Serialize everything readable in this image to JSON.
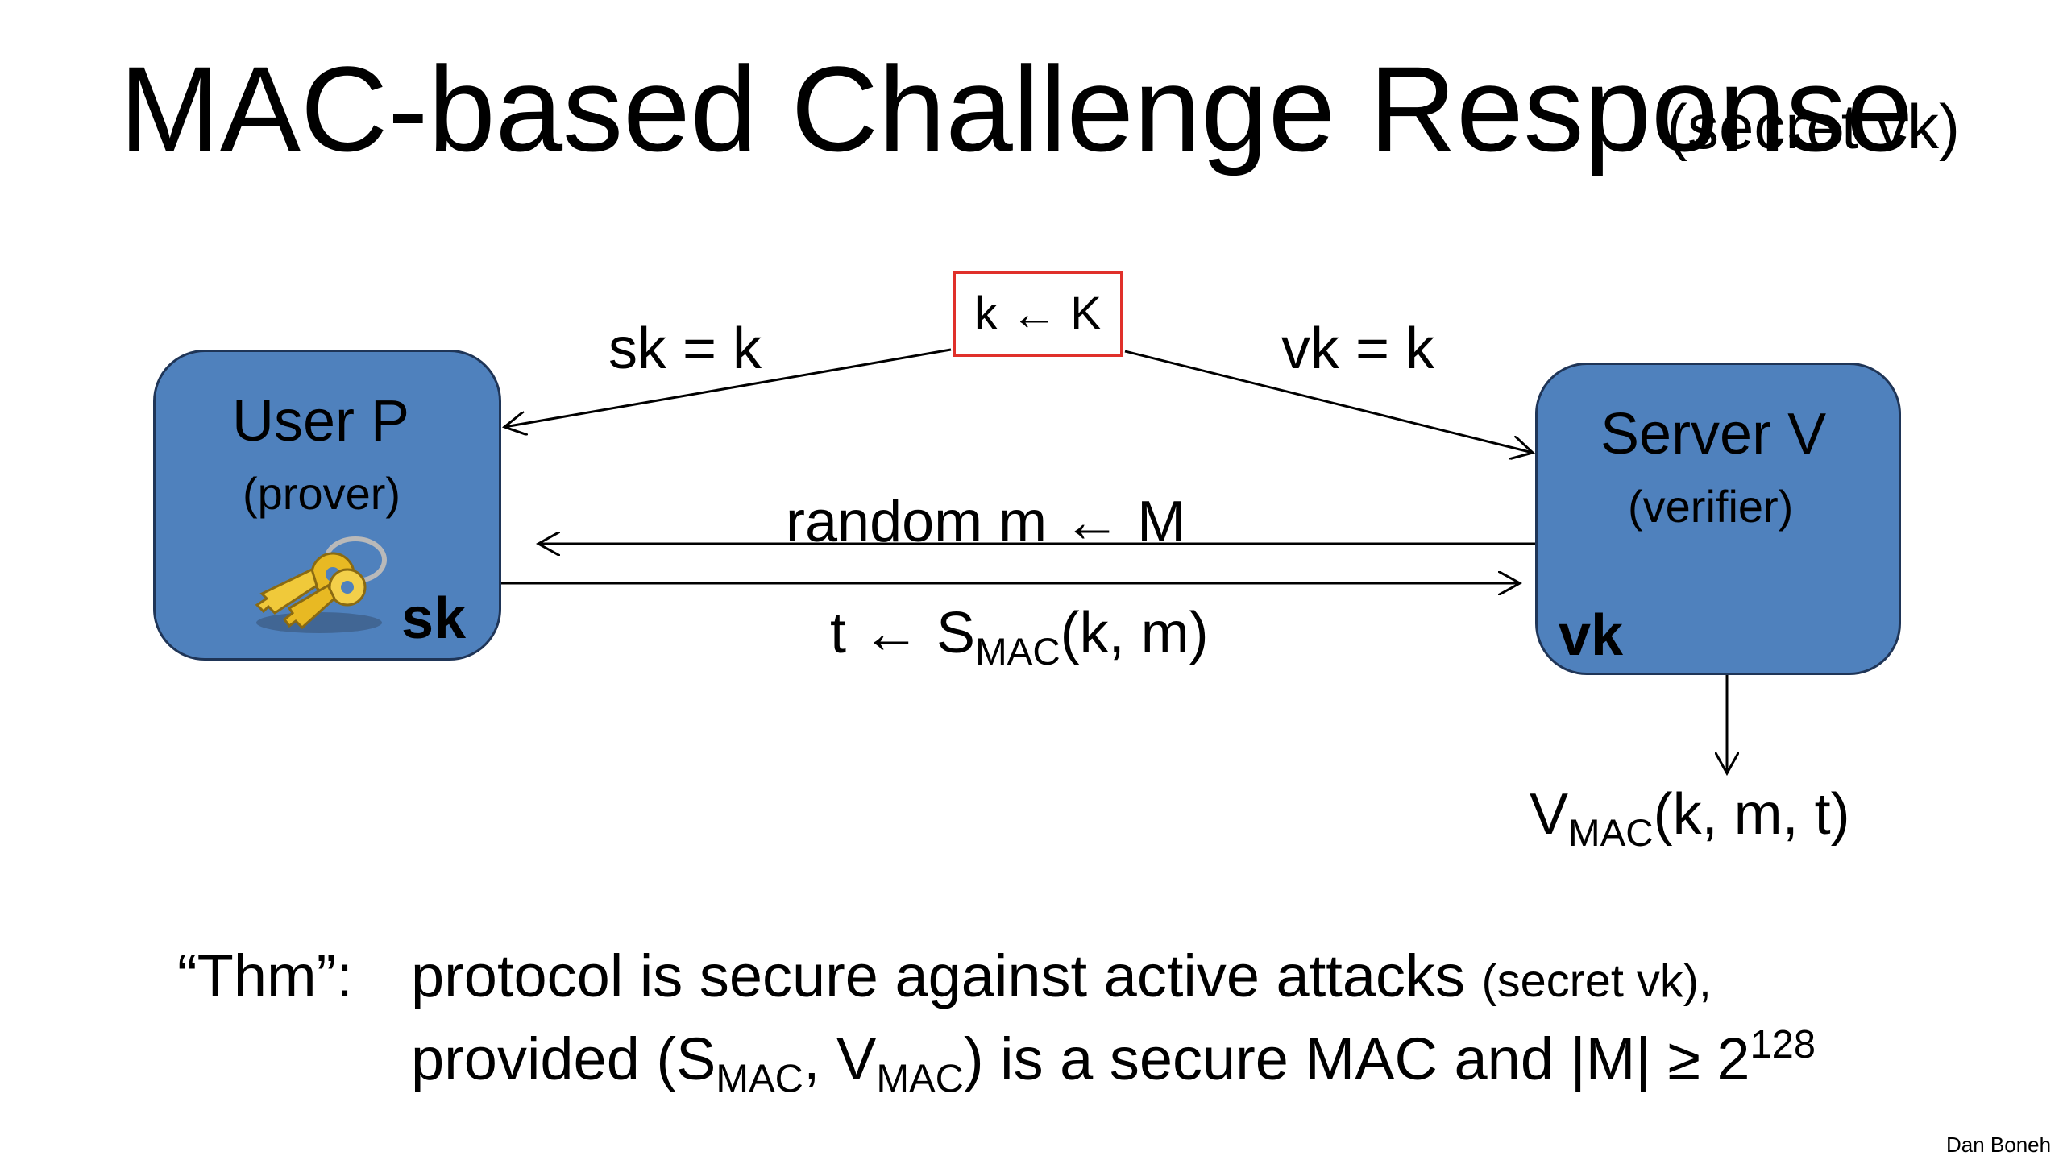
{
  "title": "MAC-based Challenge Response",
  "title_note": "(secret vk)",
  "key_gen": {
    "k": "k",
    "arrow": "←",
    "K": "K"
  },
  "user": {
    "name": "User  P",
    "role": "(prover)",
    "key": "sk"
  },
  "server": {
    "name": "Server V",
    "role": "(verifier)",
    "key": "vk"
  },
  "labels": {
    "sk_eq": "sk = k",
    "vk_eq": "vk = k",
    "challenge_prefix": "random   m",
    "challenge_arrow": "←",
    "challenge_set": "M",
    "response_t": "t",
    "response_arrow": "←",
    "response_S": "S",
    "response_sub": "MAC",
    "response_args": "(k, m)",
    "verify_V": "V",
    "verify_sub": "MAC",
    "verify_args": "(k, m, t)"
  },
  "theorem": {
    "prefix": "“Thm”:",
    "line1_main": "protocol is secure against active attacks",
    "line1_note": "(secret vk),",
    "line2_a": "provided (S",
    "line2_sub1": "MAC",
    "line2_b": ", V",
    "line2_sub2": "MAC",
    "line2_c": ")  is a secure MAC  and  |M| ≥ 2",
    "line2_sup": "128"
  },
  "credit": "Dan Boneh",
  "icons": {
    "keys": "keys-icon"
  },
  "colors": {
    "box_fill": "#4f81bd",
    "box_border": "#1f3557",
    "key_box_border": "#e0302a",
    "key_gold": "#e8b923"
  }
}
